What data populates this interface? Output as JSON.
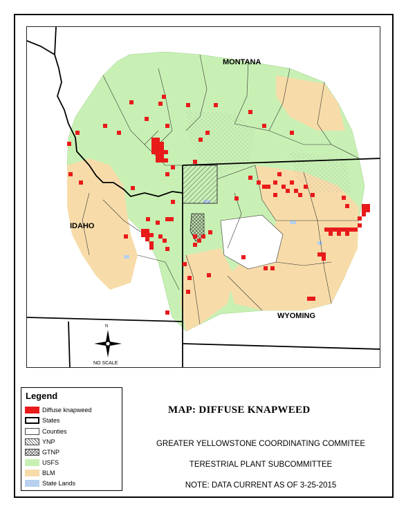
{
  "states": {
    "montana": "MONTANA",
    "idaho": "IDAHO",
    "wyoming": "WYOMING"
  },
  "compass": {
    "north": "N",
    "scale_note": "NO SCALE"
  },
  "legend": {
    "title": "Legend",
    "items": [
      {
        "label": "Diffuse knapweed",
        "color": "#e81a1a",
        "style": "solid"
      },
      {
        "label": "States",
        "color": "#ffffff",
        "style": "thick-outline"
      },
      {
        "label": "Counties",
        "color": "#ffffff",
        "style": "outline"
      },
      {
        "label": "YNP",
        "color": "#ffffff",
        "style": "hatch"
      },
      {
        "label": "GTNP",
        "color": "#ffffff",
        "style": "crosshatch"
      },
      {
        "label": "USFS",
        "color": "#c8f0b4",
        "style": "solid"
      },
      {
        "label": "BLM",
        "color": "#f7dcaa",
        "style": "solid"
      },
      {
        "label": "State Lands",
        "color": "#b7d0ee",
        "style": "solid"
      }
    ]
  },
  "titles": {
    "main": "MAP:  DIFFUSE KNAPWEED",
    "line1": "GREATER YELLOWSTONE COORDINATING COMMITEE",
    "line2": "TERESTRIAL PLANT SUBCOMMITTEE",
    "line3": "NOTE:  DATA CURRENT AS OF 3-25-2015"
  },
  "colors": {
    "knapweed": "#e81a1a",
    "usfs": "#c8f0b4",
    "blm": "#f7dcaa",
    "state_lands": "#b7d0ee"
  }
}
